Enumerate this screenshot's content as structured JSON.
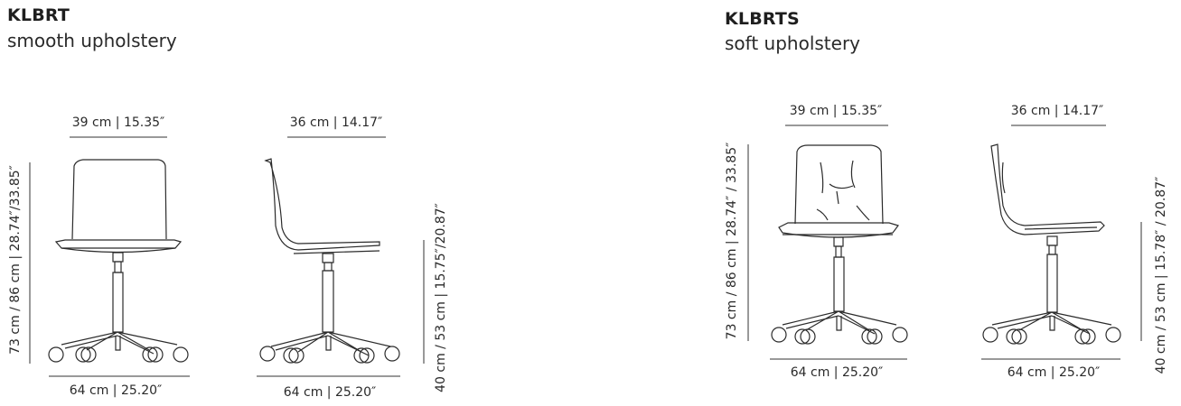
{
  "products": [
    {
      "code": "KLBRT",
      "upholstery": "smooth upholstery",
      "front_width": "39 cm | 15.35″",
      "side_depth": "36 cm | 14.17″",
      "front_base": "64 cm | 25.20″",
      "side_base": "64 cm | 25.20″",
      "overall_height": "73 cm / 86 cm | 28.74″/33.85″",
      "seat_height": "40 cm / 53 cm | 15.75″/20.87″"
    },
    {
      "code": "KLBRTS",
      "upholstery": "soft upholstery",
      "front_width": "39 cm | 15.35″",
      "side_depth": "36 cm | 14.17″",
      "front_base": "64 cm | 25.20″",
      "side_base": "64 cm | 25.20″",
      "overall_height": "73 cm / 86 cm | 28.74″ / 33.85″",
      "seat_height": "40 cm / 53 cm | 15.78″ / 20.87″"
    }
  ]
}
